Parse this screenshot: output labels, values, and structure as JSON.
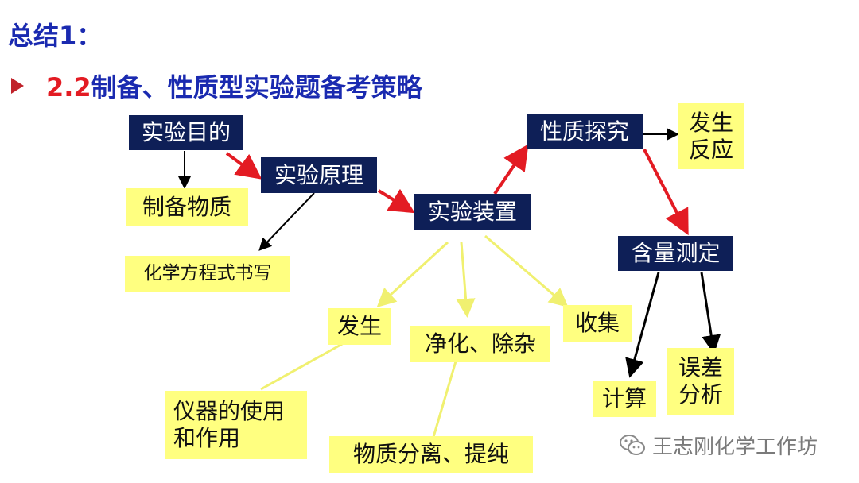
{
  "header": {
    "title": "总结1：",
    "subtitle_number": "2.2",
    "subtitle_text": "制备、性质型实验题备考策略"
  },
  "nodes": {
    "purpose": "实验目的",
    "principle": "实验原理",
    "apparatus": "实验装置",
    "property": "性质探究",
    "content": "含量测定",
    "prep_substance": "制备物质",
    "equation": "化学方程式书写",
    "generation": "发生",
    "purification": "净化、除杂",
    "collection": "收集",
    "reaction_line1": "发生",
    "reaction_line2": "反应",
    "instrument_line1": "仪器的使用",
    "instrument_line2": "和作用",
    "separation": "物质分离、提纯",
    "calculation": "计算",
    "error_line1": "误差",
    "error_line2": "分析"
  },
  "watermark": {
    "text": "王志刚化学工作坊",
    "icon": "wechat-icon"
  },
  "colors": {
    "title_blue": "#1a2ab0",
    "accent_red": "#e31b23",
    "dark_box": "#0e1f57",
    "yellow_box": "#ffff80",
    "flow_arrow": "#e31b23",
    "yellow_line": "#f0f070",
    "black_line": "#000000"
  }
}
